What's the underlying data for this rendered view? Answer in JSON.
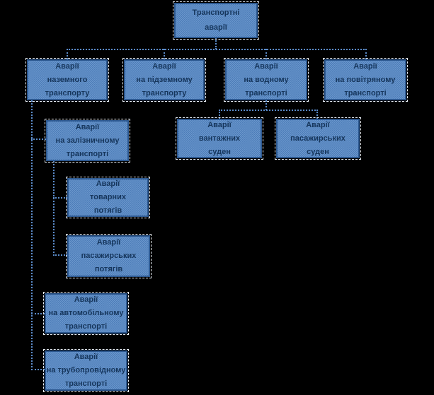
{
  "diagram": {
    "type": "hierarchy-flowchart",
    "title": "Транспортні аварії",
    "colors": {
      "background": "#000000",
      "box_fill": "#4f81bd",
      "box_fill_light": "#6b97cc",
      "box_fill_dark": "#4c7cb8",
      "box_border": "#2c5890",
      "box_text": "#16365c",
      "connector": "#5b8bc9",
      "box_edge_fringe": "#e9eff7"
    },
    "nodes": {
      "root": {
        "label": "Транспортні\nаварії",
        "children": [
          "ground",
          "underground",
          "water",
          "air"
        ]
      },
      "ground": {
        "label": "Аварії\nназемного\nтранспорту",
        "children": [
          "railway",
          "automobile",
          "pipeline"
        ]
      },
      "underground": {
        "label": "Аварії\nна підземному\nтранспорту",
        "children": []
      },
      "water": {
        "label": "Аварії\nна водному\nтранспорті",
        "children": [
          "cargo_ships",
          "passenger_ships"
        ]
      },
      "air": {
        "label": "Аварії\nна повітряному\nтранспорті",
        "children": []
      },
      "cargo_ships": {
        "label": "Аварії\nвантажних\nсуден",
        "children": []
      },
      "passenger_ships": {
        "label": "Аварії\nпасажирських\nсуден",
        "children": []
      },
      "railway": {
        "label": "Аварії\nна залізничному\nтранспорті",
        "children": [
          "freight_trains",
          "passenger_trains"
        ]
      },
      "freight_trains": {
        "label": "Аварії\nтоварних\nпотягів",
        "children": []
      },
      "passenger_trains": {
        "label": "Аварії\nпасажирських\nпотягів",
        "children": []
      },
      "automobile": {
        "label": "Аварії\nна автомобільному\nтранспорті",
        "children": []
      },
      "pipeline": {
        "label": "Аварії\nна трубопровідному\nтранспорті",
        "children": []
      }
    }
  }
}
